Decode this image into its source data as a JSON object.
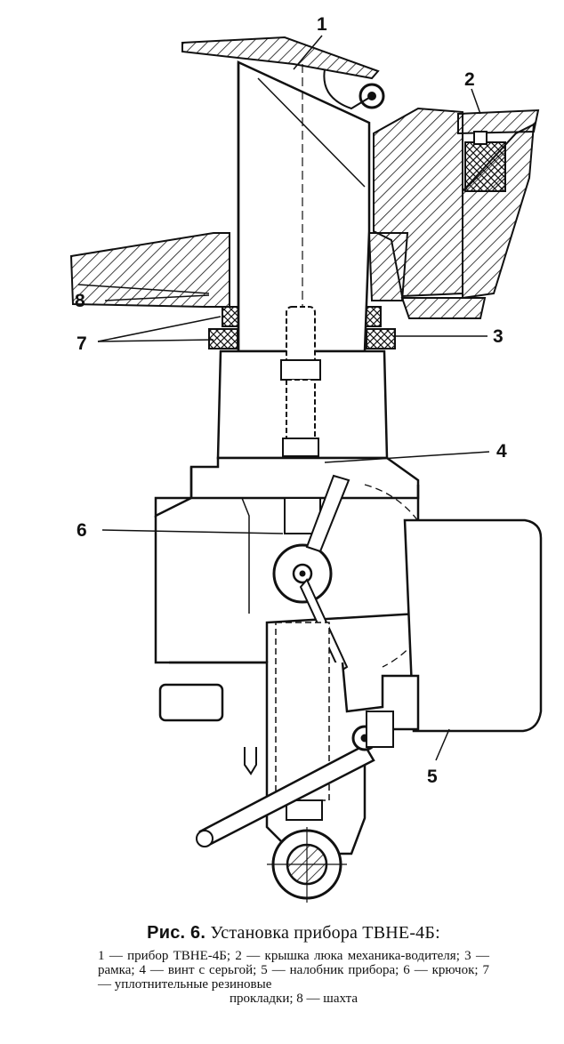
{
  "callouts": [
    "1",
    "2",
    "3",
    "4",
    "5",
    "6",
    "7",
    "8"
  ],
  "caption": {
    "figure_number": "Рис. 6.",
    "title": "Установка прибора ТВНЕ-4Б:",
    "legend_text": "1 — прибор ТВНЕ-4Б; 2 — крышка люка механика-водителя; 3 — рамка; 4 — винт с серьгой; 5 — налобник прибора; 6 — крючок; 7 — уплотнительные резиновые",
    "legend_last": "прокладки; 8 — шахта"
  },
  "colors": {
    "ink": "#111111",
    "paper": "#ffffff"
  }
}
